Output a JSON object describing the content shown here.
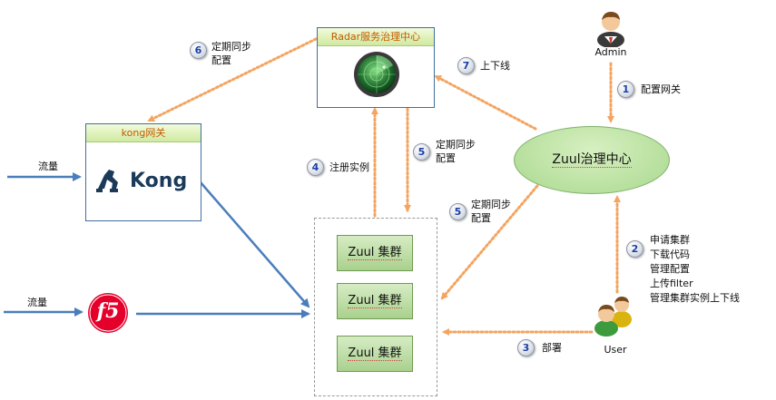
{
  "radar": {
    "title": "Radar服务治理中心"
  },
  "kong": {
    "title": "kong网关",
    "logo_text": "Kong"
  },
  "f5": {
    "logo_text": "f5"
  },
  "governance_center": {
    "label": "Zuul治理中心"
  },
  "clusters": [
    {
      "label": "Zuul 集群"
    },
    {
      "label": "Zuul 集群"
    },
    {
      "label": "Zuul 集群"
    }
  ],
  "actors": {
    "admin": "Admin",
    "user": "User"
  },
  "traffic": {
    "kong_in": "流量",
    "f5_in": "流量"
  },
  "steps": [
    {
      "num": "1",
      "lines": [
        "配置网关"
      ]
    },
    {
      "num": "2",
      "lines": [
        "申请集群",
        "下载代码",
        "管理配置",
        "上传filter",
        "管理集群实例上下线"
      ]
    },
    {
      "num": "3",
      "lines": [
        "部署"
      ]
    },
    {
      "num": "4",
      "lines": [
        "注册实例"
      ]
    },
    {
      "num": "5",
      "lines": [
        "定期同步",
        "配置"
      ]
    },
    {
      "num": "5",
      "lines": [
        "定期同步",
        "配置"
      ]
    },
    {
      "num": "6",
      "lines": [
        "定期同步",
        "配置"
      ]
    },
    {
      "num": "7",
      "lines": [
        "上下线"
      ]
    }
  ],
  "colors": {
    "orange_arrow": "#f4a460",
    "blue_arrow": "#4a7ebb",
    "box_border": "#3f6fa0",
    "header_text": "#c55a00",
    "cluster_fill": "#a9d18e"
  }
}
